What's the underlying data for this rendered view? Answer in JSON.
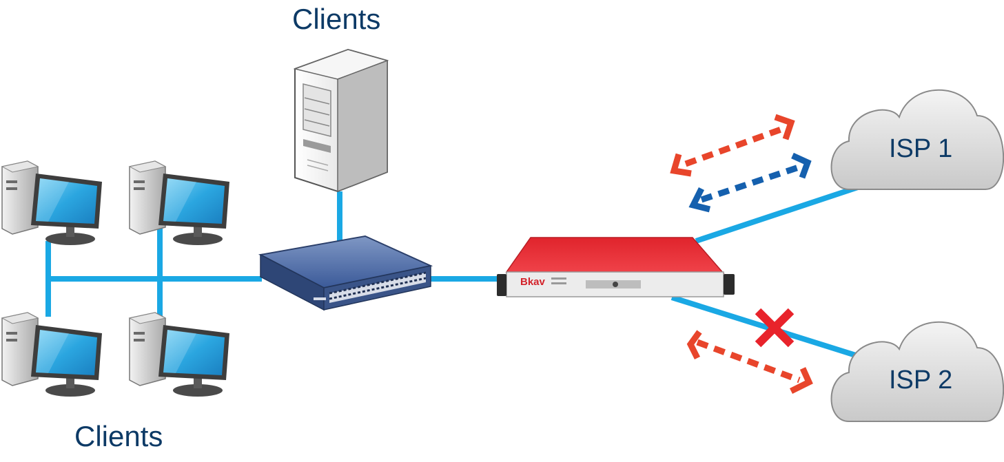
{
  "labels": {
    "clients_top": "Clients",
    "clients_bottom": "Clients",
    "isp1": "ISP 1",
    "isp2": "ISP 2",
    "firewall_brand": "Bkav"
  },
  "colors": {
    "link": "#1aa8e4",
    "label_text": "#0d3a66",
    "firewall_red": "#e8323a",
    "arrow_red": "#e8452b",
    "arrow_blue": "#1560ae",
    "failure_mark": "#e8232b",
    "cloud_fill": "#d9d9d9"
  },
  "links": [
    {
      "from": "client-pc-1",
      "to": "lan-bus"
    },
    {
      "from": "client-pc-2",
      "to": "lan-bus"
    },
    {
      "from": "client-pc-3",
      "to": "lan-bus"
    },
    {
      "from": "client-pc-4",
      "to": "lan-bus"
    },
    {
      "from": "lan-bus",
      "to": "switch"
    },
    {
      "from": "server",
      "to": "switch"
    },
    {
      "from": "switch",
      "to": "firewall"
    },
    {
      "from": "firewall",
      "to": "isp-1",
      "status": "active"
    },
    {
      "from": "firewall",
      "to": "isp-2",
      "status": "failed"
    }
  ],
  "traffic_arrows": [
    {
      "link": "isp-1",
      "color": "red",
      "style": "dashed bidirectional"
    },
    {
      "link": "isp-1",
      "color": "blue",
      "style": "dashed bidirectional"
    },
    {
      "link": "isp-2",
      "color": "red",
      "style": "dashed bidirectional"
    }
  ],
  "icons": [
    "server-icon",
    "desktop-pc-icon",
    "network-switch-icon",
    "firewall-appliance-icon",
    "cloud-icon",
    "x-mark-icon"
  ]
}
